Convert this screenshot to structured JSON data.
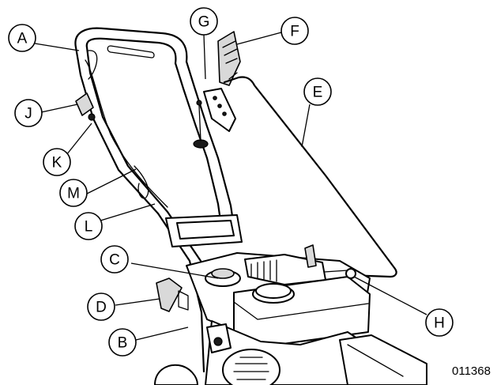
{
  "callouts": [
    {
      "id": "A",
      "label": "A"
    },
    {
      "id": "B",
      "label": "B"
    },
    {
      "id": "C",
      "label": "C"
    },
    {
      "id": "D",
      "label": "D"
    },
    {
      "id": "E",
      "label": "E"
    },
    {
      "id": "F",
      "label": "F"
    },
    {
      "id": "G",
      "label": "G"
    },
    {
      "id": "H",
      "label": "H"
    },
    {
      "id": "J",
      "label": "J"
    },
    {
      "id": "K",
      "label": "K"
    },
    {
      "id": "L",
      "label": "L"
    },
    {
      "id": "M",
      "label": "M"
    }
  ],
  "figure_ref": "011368"
}
